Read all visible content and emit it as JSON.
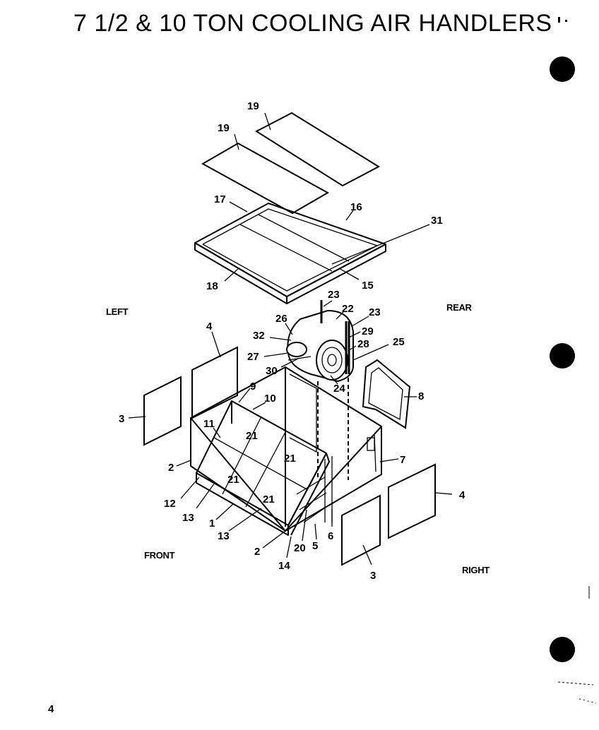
{
  "title": "7 1/2 & 10 TON COOLING AIR HANDLERS",
  "views": {
    "left": "LEFT",
    "rear": "REAR",
    "front": "FRONT",
    "right": "RIGHT"
  },
  "page_number": "4",
  "callouts": [
    {
      "id": "c19a",
      "label": "19"
    },
    {
      "id": "c19b",
      "label": "19"
    },
    {
      "id": "c17",
      "label": "17"
    },
    {
      "id": "c16",
      "label": "16"
    },
    {
      "id": "c31",
      "label": "31"
    },
    {
      "id": "c18",
      "label": "18"
    },
    {
      "id": "c15",
      "label": "15"
    },
    {
      "id": "c23a",
      "label": "23"
    },
    {
      "id": "c22",
      "label": "22"
    },
    {
      "id": "c23b",
      "label": "23"
    },
    {
      "id": "c26",
      "label": "26"
    },
    {
      "id": "c32",
      "label": "32"
    },
    {
      "id": "c29",
      "label": "29"
    },
    {
      "id": "c28",
      "label": "28"
    },
    {
      "id": "c25",
      "label": "25"
    },
    {
      "id": "c27",
      "label": "27"
    },
    {
      "id": "c30",
      "label": "30"
    },
    {
      "id": "c24",
      "label": "24"
    },
    {
      "id": "c4a",
      "label": "4"
    },
    {
      "id": "c8",
      "label": "8"
    },
    {
      "id": "c9",
      "label": "9"
    },
    {
      "id": "c10",
      "label": "10"
    },
    {
      "id": "c3a",
      "label": "3"
    },
    {
      "id": "c11",
      "label": "11"
    },
    {
      "id": "c21a",
      "label": "21"
    },
    {
      "id": "c21b",
      "label": "21"
    },
    {
      "id": "c7",
      "label": "7"
    },
    {
      "id": "c2a",
      "label": "2"
    },
    {
      "id": "c21c",
      "label": "21"
    },
    {
      "id": "c21d",
      "label": "21"
    },
    {
      "id": "c4b",
      "label": "4"
    },
    {
      "id": "c12",
      "label": "12"
    },
    {
      "id": "c13a",
      "label": "13"
    },
    {
      "id": "c1",
      "label": "1"
    },
    {
      "id": "c13b",
      "label": "13"
    },
    {
      "id": "c6",
      "label": "6"
    },
    {
      "id": "c2b",
      "label": "2"
    },
    {
      "id": "c20",
      "label": "20"
    },
    {
      "id": "c5",
      "label": "5"
    },
    {
      "id": "c14",
      "label": "14"
    },
    {
      "id": "c3b",
      "label": "3"
    }
  ]
}
